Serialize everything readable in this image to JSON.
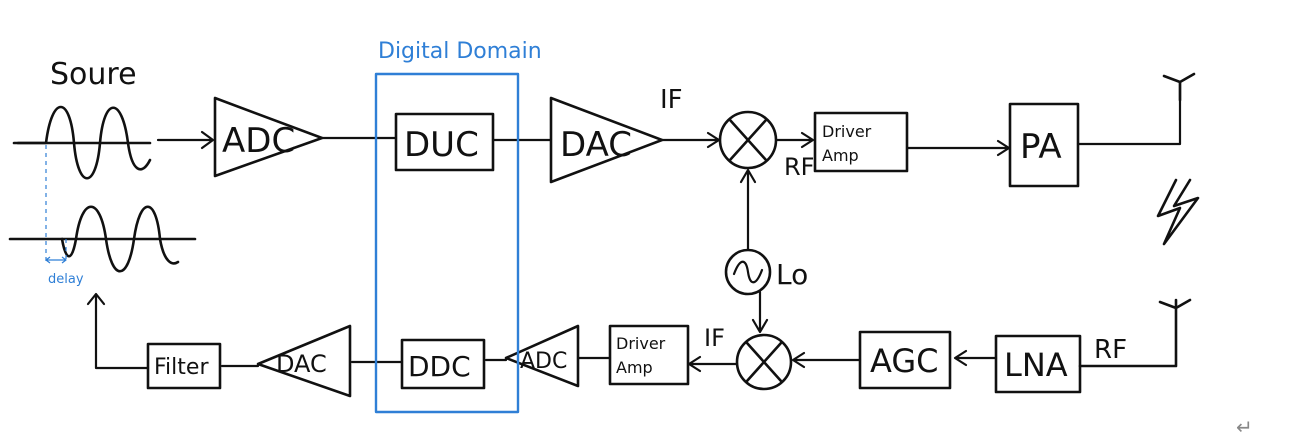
{
  "colors": {
    "ink": "#111111",
    "digital_domain": "#2f7fd6",
    "return_mark": "#888888"
  },
  "labels": {
    "source": "Soure",
    "digital_domain": "Digital Domain",
    "delay": "delay",
    "adc_tx": "ADC",
    "duc": "DUC",
    "dac_tx": "DAC",
    "if_tx": "IF",
    "rf_tx": "RF",
    "driver_amp_tx": [
      "Driver",
      "Amp"
    ],
    "pa": "PA",
    "lo": "Lo",
    "rf_rx": "RF",
    "lna": "LNA",
    "agc": "AGC",
    "if_rx": "IF",
    "driver_amp_rx": [
      "Driver",
      "Amp"
    ],
    "adc_rx": "ADC",
    "ddc": "DDC",
    "dac_rx": "DAC",
    "filter": "Filter"
  },
  "icons": [
    "antenna-tx-icon",
    "antenna-rx-icon",
    "lightning-icon",
    "mixer-icon",
    "oscillator-icon",
    "return-mark-icon"
  ],
  "return_mark": "↵"
}
